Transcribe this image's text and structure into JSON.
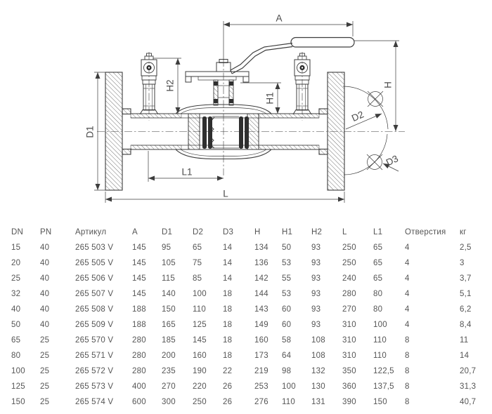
{
  "drawing": {
    "dim_labels": {
      "a": "A",
      "h": "H",
      "h1": "H1",
      "h2": "H2",
      "d1": "D1",
      "d2": "D2",
      "d3": "D3",
      "l": "L",
      "l1": "L1"
    }
  },
  "table": {
    "headers": [
      "DN",
      "PN",
      "Артикул",
      "A",
      "D1",
      "D2",
      "D3",
      "H",
      "H1",
      "H2",
      "L",
      "L1",
      "Отверстия",
      "кг"
    ],
    "rows": [
      [
        "15",
        "40",
        "265 503 V",
        "145",
        "95",
        "65",
        "14",
        "134",
        "50",
        "93",
        "250",
        "65",
        "4",
        "2,5"
      ],
      [
        "20",
        "40",
        "265 505 V",
        "145",
        "105",
        "75",
        "14",
        "136",
        "53",
        "93",
        "250",
        "65",
        "4",
        "3"
      ],
      [
        "25",
        "40",
        "265 506 V",
        "145",
        "115",
        "85",
        "14",
        "142",
        "55",
        "93",
        "240",
        "65",
        "4",
        "3,7"
      ],
      [
        "32",
        "40",
        "265 507 V",
        "145",
        "140",
        "100",
        "18",
        "144",
        "53",
        "93",
        "280",
        "80",
        "4",
        "5,1"
      ],
      [
        "40",
        "40",
        "265 508 V",
        "188",
        "150",
        "110",
        "18",
        "143",
        "60",
        "93",
        "270",
        "80",
        "4",
        "6,2"
      ],
      [
        "50",
        "40",
        "265 509 V",
        "188",
        "165",
        "125",
        "18",
        "149",
        "60",
        "93",
        "310",
        "100",
        "4",
        "8,4"
      ],
      [
        "65",
        "25",
        "265 570 V",
        "280",
        "185",
        "145",
        "18",
        "160",
        "58",
        "108",
        "310",
        "110",
        "8",
        "11"
      ],
      [
        "80",
        "25",
        "265 571 V",
        "280",
        "200",
        "160",
        "18",
        "173",
        "64",
        "108",
        "310",
        "110",
        "8",
        "14"
      ],
      [
        "100",
        "25",
        "265 572 V",
        "280",
        "235",
        "190",
        "22",
        "219",
        "98",
        "132",
        "350",
        "122,5",
        "8",
        "20,7"
      ],
      [
        "125",
        "25",
        "265 573 V",
        "400",
        "270",
        "220",
        "26",
        "253",
        "100",
        "130",
        "360",
        "137,5",
        "8",
        "31,3"
      ],
      [
        "150",
        "25",
        "265 574 V",
        "600",
        "300",
        "250",
        "26",
        "276",
        "110",
        "131",
        "390",
        "150",
        "8",
        "40,7"
      ]
    ]
  },
  "colors": {
    "line": "#3d3d3d",
    "text": "#555555",
    "background": "#ffffff"
  }
}
